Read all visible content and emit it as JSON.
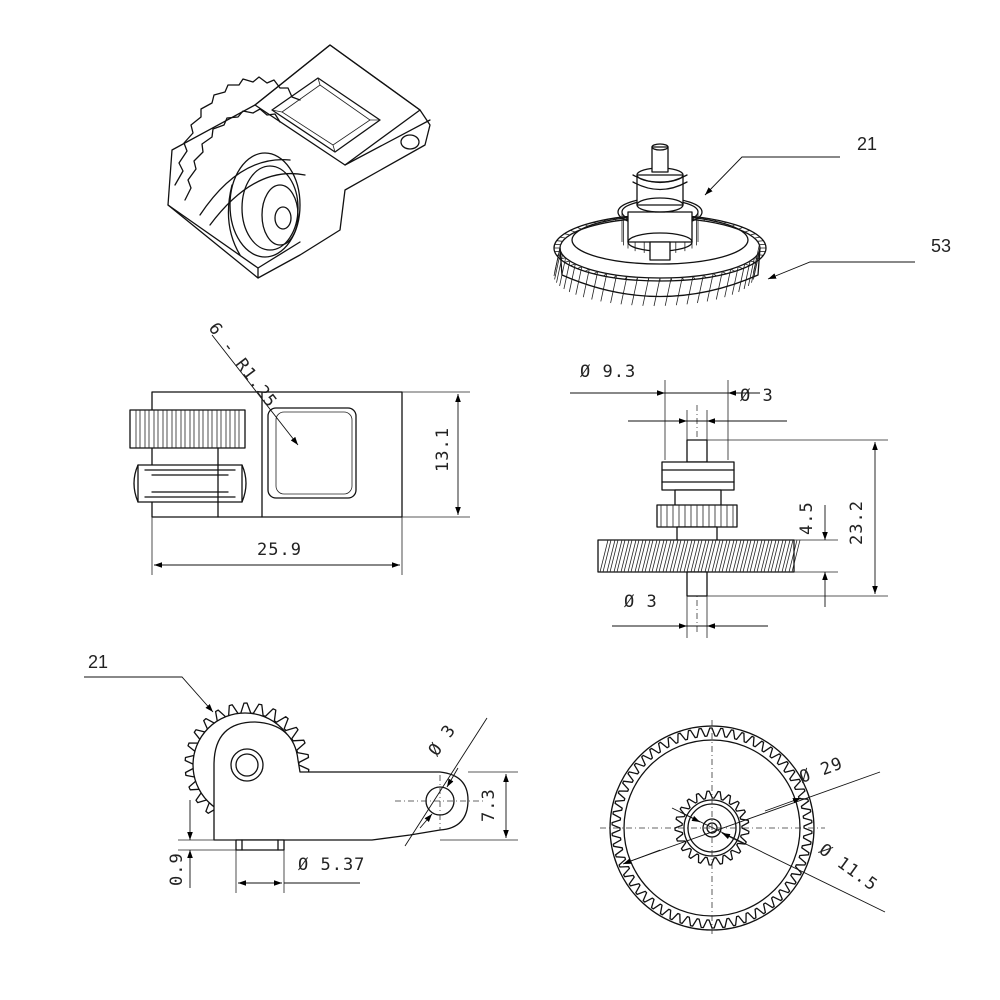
{
  "labels": {
    "part_top": "21",
    "part_large_gear": "53",
    "part_side": "21"
  },
  "dims": {
    "radius_note": "6 - R1.25",
    "height_13_1": "13.1",
    "width_25_9": "25.9",
    "dia_9_3": "Ø 9.3",
    "dia_3_top": "Ø 3",
    "len_4_5": "4.5",
    "len_23_2": "23.2",
    "dia_3_bottom": "Ø 3",
    "dia_3_side": "Ø 3",
    "len_7_3": "7.3",
    "len_0_9": "0.9",
    "dia_5_37": "Ø 5.37",
    "dia_29": "Ø 29",
    "dia_11_5": "Ø 11.5"
  },
  "colors": {
    "line": "#111111",
    "background": "#ffffff"
  }
}
